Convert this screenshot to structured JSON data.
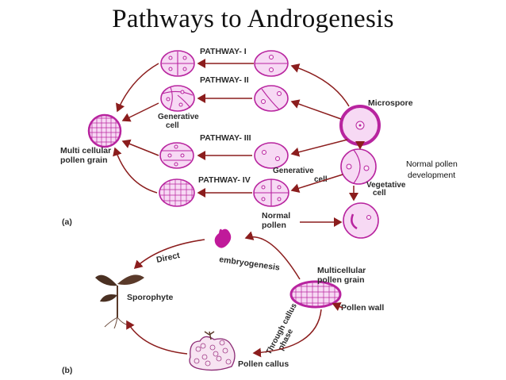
{
  "title": "Pathways to Androgenesis",
  "part_a": {
    "panel_label": "(a)",
    "pathways": [
      "PATHWAY- I",
      "PATHWAY- II",
      "PATHWAY- III",
      "PATHWAY- IV"
    ],
    "labels": {
      "generative_cell_top": "Generative\ncell",
      "microspore": "Microspore",
      "multicellular_pollen_grain": "Multi cellular\npollen grain",
      "generative_cell_mid": "Generative\ncell",
      "vegetative_cell": "Vegetative\ncell",
      "normal_pollen": "Normal\npollen"
    },
    "annotation": "Normal pollen\ndevelopment"
  },
  "part_b": {
    "panel_label": "(b)",
    "direct_1": "Direct",
    "direct_2": "embryogenesis",
    "multicellular_pollen_grain": "Multicellular\npollen grain",
    "pollen_wall": "Pollen wall",
    "sporophyte": "Sporophyte",
    "through_callus_phase": "Through callus\nphase",
    "pollen_callus": "Pollen callus"
  },
  "colors": {
    "cell_stroke": "#b8249f",
    "cell_fill": "#f7d9f4",
    "arrow": "#8b1d1d",
    "leaf": "#5a3a2a",
    "embryo": "#c01a9a"
  }
}
